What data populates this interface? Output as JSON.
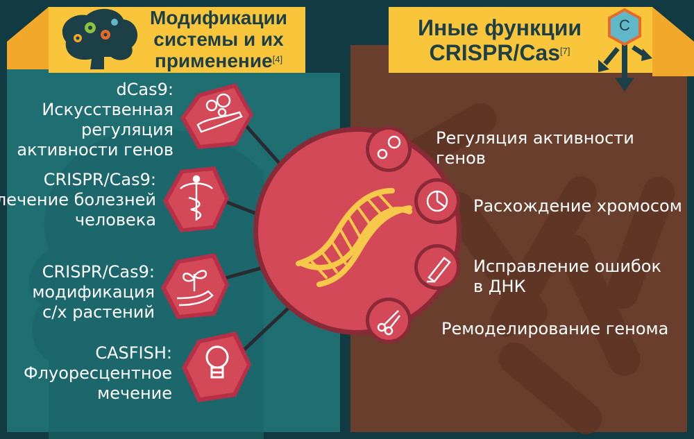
{
  "left_panel": {
    "header": {
      "line1": "Модификации",
      "line2": "системы и их",
      "line3": "применение",
      "ref": "[4]"
    },
    "items": [
      {
        "line1": "dCas9:",
        "line2": "Искусственная",
        "line3": "регуляция",
        "line4": "активности генов",
        "icon": "hand-gears-icon"
      },
      {
        "line1": "CRISPR/Cas9:",
        "line2": "лечение болезней",
        "line3": "человека",
        "icon": "caduceus-icon"
      },
      {
        "line1": "CRISPR/Cas9:",
        "line2": "модификация",
        "line3": "с/х растений",
        "icon": "sprout-hand-icon"
      },
      {
        "line1": "CASFISH:",
        "line2": "Флуоресцентное",
        "line3": "мечение",
        "icon": "lightbulb-icon"
      }
    ]
  },
  "right_panel": {
    "header": {
      "line1": "Иные функции",
      "line2": "CRISPR/Cas",
      "ref": "[7]",
      "badge": "C"
    },
    "items": [
      {
        "line1": "Регуляция активности",
        "line2": "генов",
        "icon": "gears-icon"
      },
      {
        "line1": "Расхождение хромосом",
        "icon": "pie-chart-icon"
      },
      {
        "line1": "Исправление ошибок",
        "line2": "в ДНК",
        "icon": "eraser-icon"
      },
      {
        "line1": "Ремоделирование генома",
        "icon": "scissors-icon"
      }
    ]
  },
  "center": {
    "icon": "dna-icon"
  },
  "colors": {
    "left_bg": "#1e6e72",
    "right_bg": "#6a3e2c",
    "frame": "#123a42",
    "banner": "#f9c53a",
    "circle": "#d44958",
    "circle_ring": "#8a2a37",
    "dna": "#f6c94b"
  }
}
